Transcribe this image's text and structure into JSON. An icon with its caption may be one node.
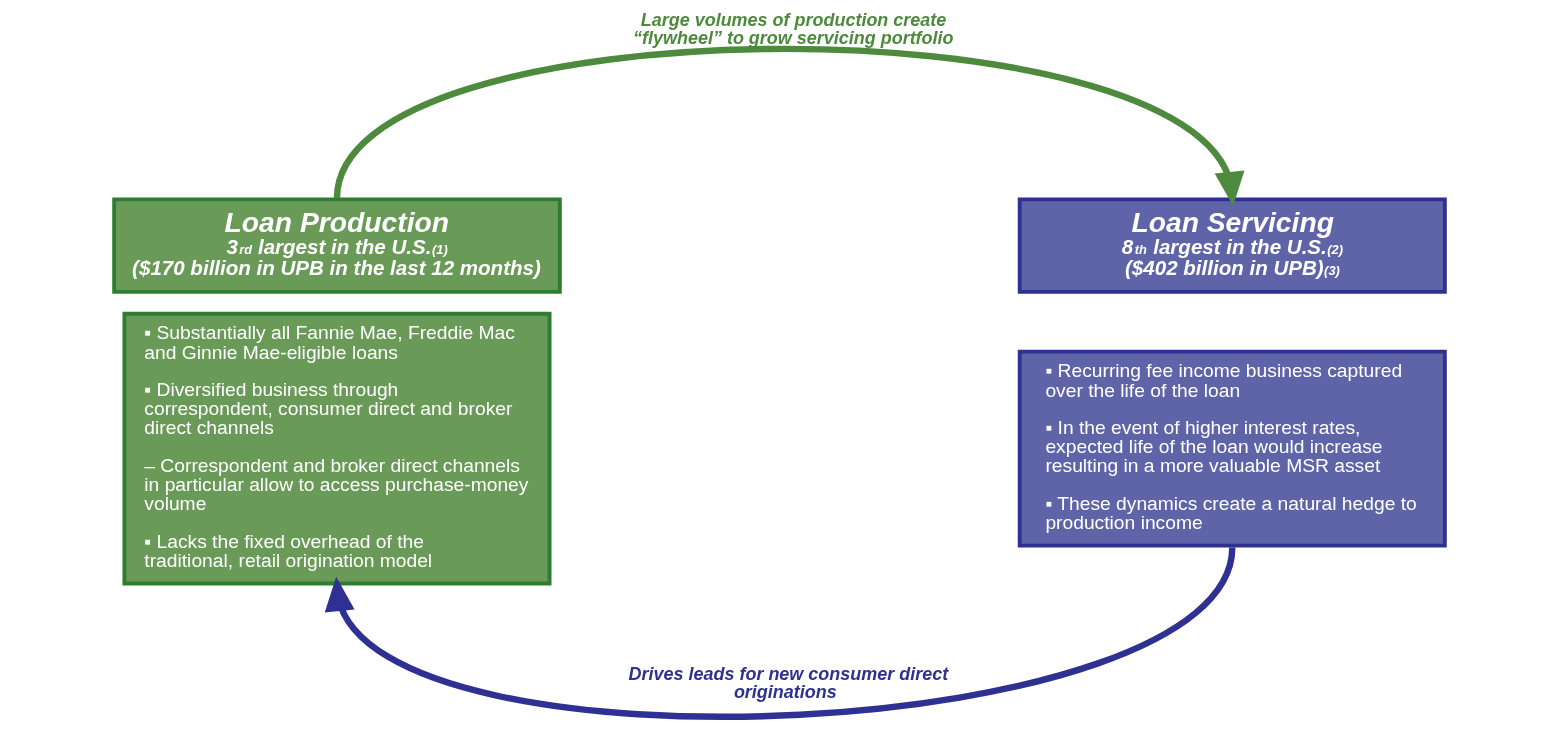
{
  "diagram": {
    "nodes": [
      {
        "text": [
          "Loan Production",
          "3$^{rd}$ largest in the U.S.$^{(1)}$",
          "($170 billion in UPB in the last 12 months)"
        ]
      },
      {
        "text": [
          "▪ Substantially all Fannie Mae, Freddie Mac and Ginnie Mae-eligible loans",
          "▪ Diversified business through correspondent, consumer direct and broker direct channels",
          "– Correspondent and broker direct channels in particular allow to access purchase-money volume",
          "▪ Lacks the fixed overhead of the traditional, retail origination model"
        ]
      },
      {
        "text": [
          "Loan Servicing",
          "8$^{th}$ largest in the U.S.$^{(2)}$",
          "($402 billion in UPB)$^{(3)}$"
        ]
      },
      {
        "text": [
          "▪ Recurring fee income business captured over the life of the loan",
          "▪ In the event of higher interest rates, expected life of the loan would increase resulting in a more valuable MSR asset",
          "▪ These dynamics create a natural hedge to production income"
        ]
      }
    ],
    "edges": [
      {
        "from": 0,
        "to": 2,
        "arrow": "to",
        "label": "Large volumes of production create “flywheel” to grow servicing portfolio",
        "color": "#4e8a3e"
      },
      {
        "from": 3,
        "to": 1,
        "arrow": "to",
        "label": "Drives leads for new consumer direct originations",
        "color": "#2e3192"
      }
    ]
  }
}
